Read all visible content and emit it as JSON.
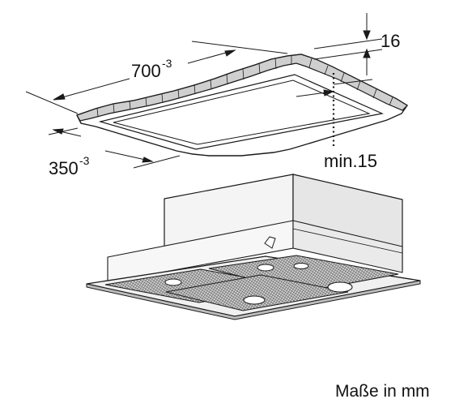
{
  "dimensions": {
    "width": {
      "value": "700",
      "tolerance": "-3"
    },
    "depth": {
      "value": "350",
      "tolerance": "-3"
    },
    "frame_thickness": "16",
    "min_clearance": "min.15"
  },
  "caption": "Maße in mm",
  "colors": {
    "line": "#1a1a1a",
    "housing_fill": "#f2f2f2",
    "housing_side": "#e2e2e2",
    "mesh": "#8a8a8a",
    "frame_edge": "#222222"
  }
}
